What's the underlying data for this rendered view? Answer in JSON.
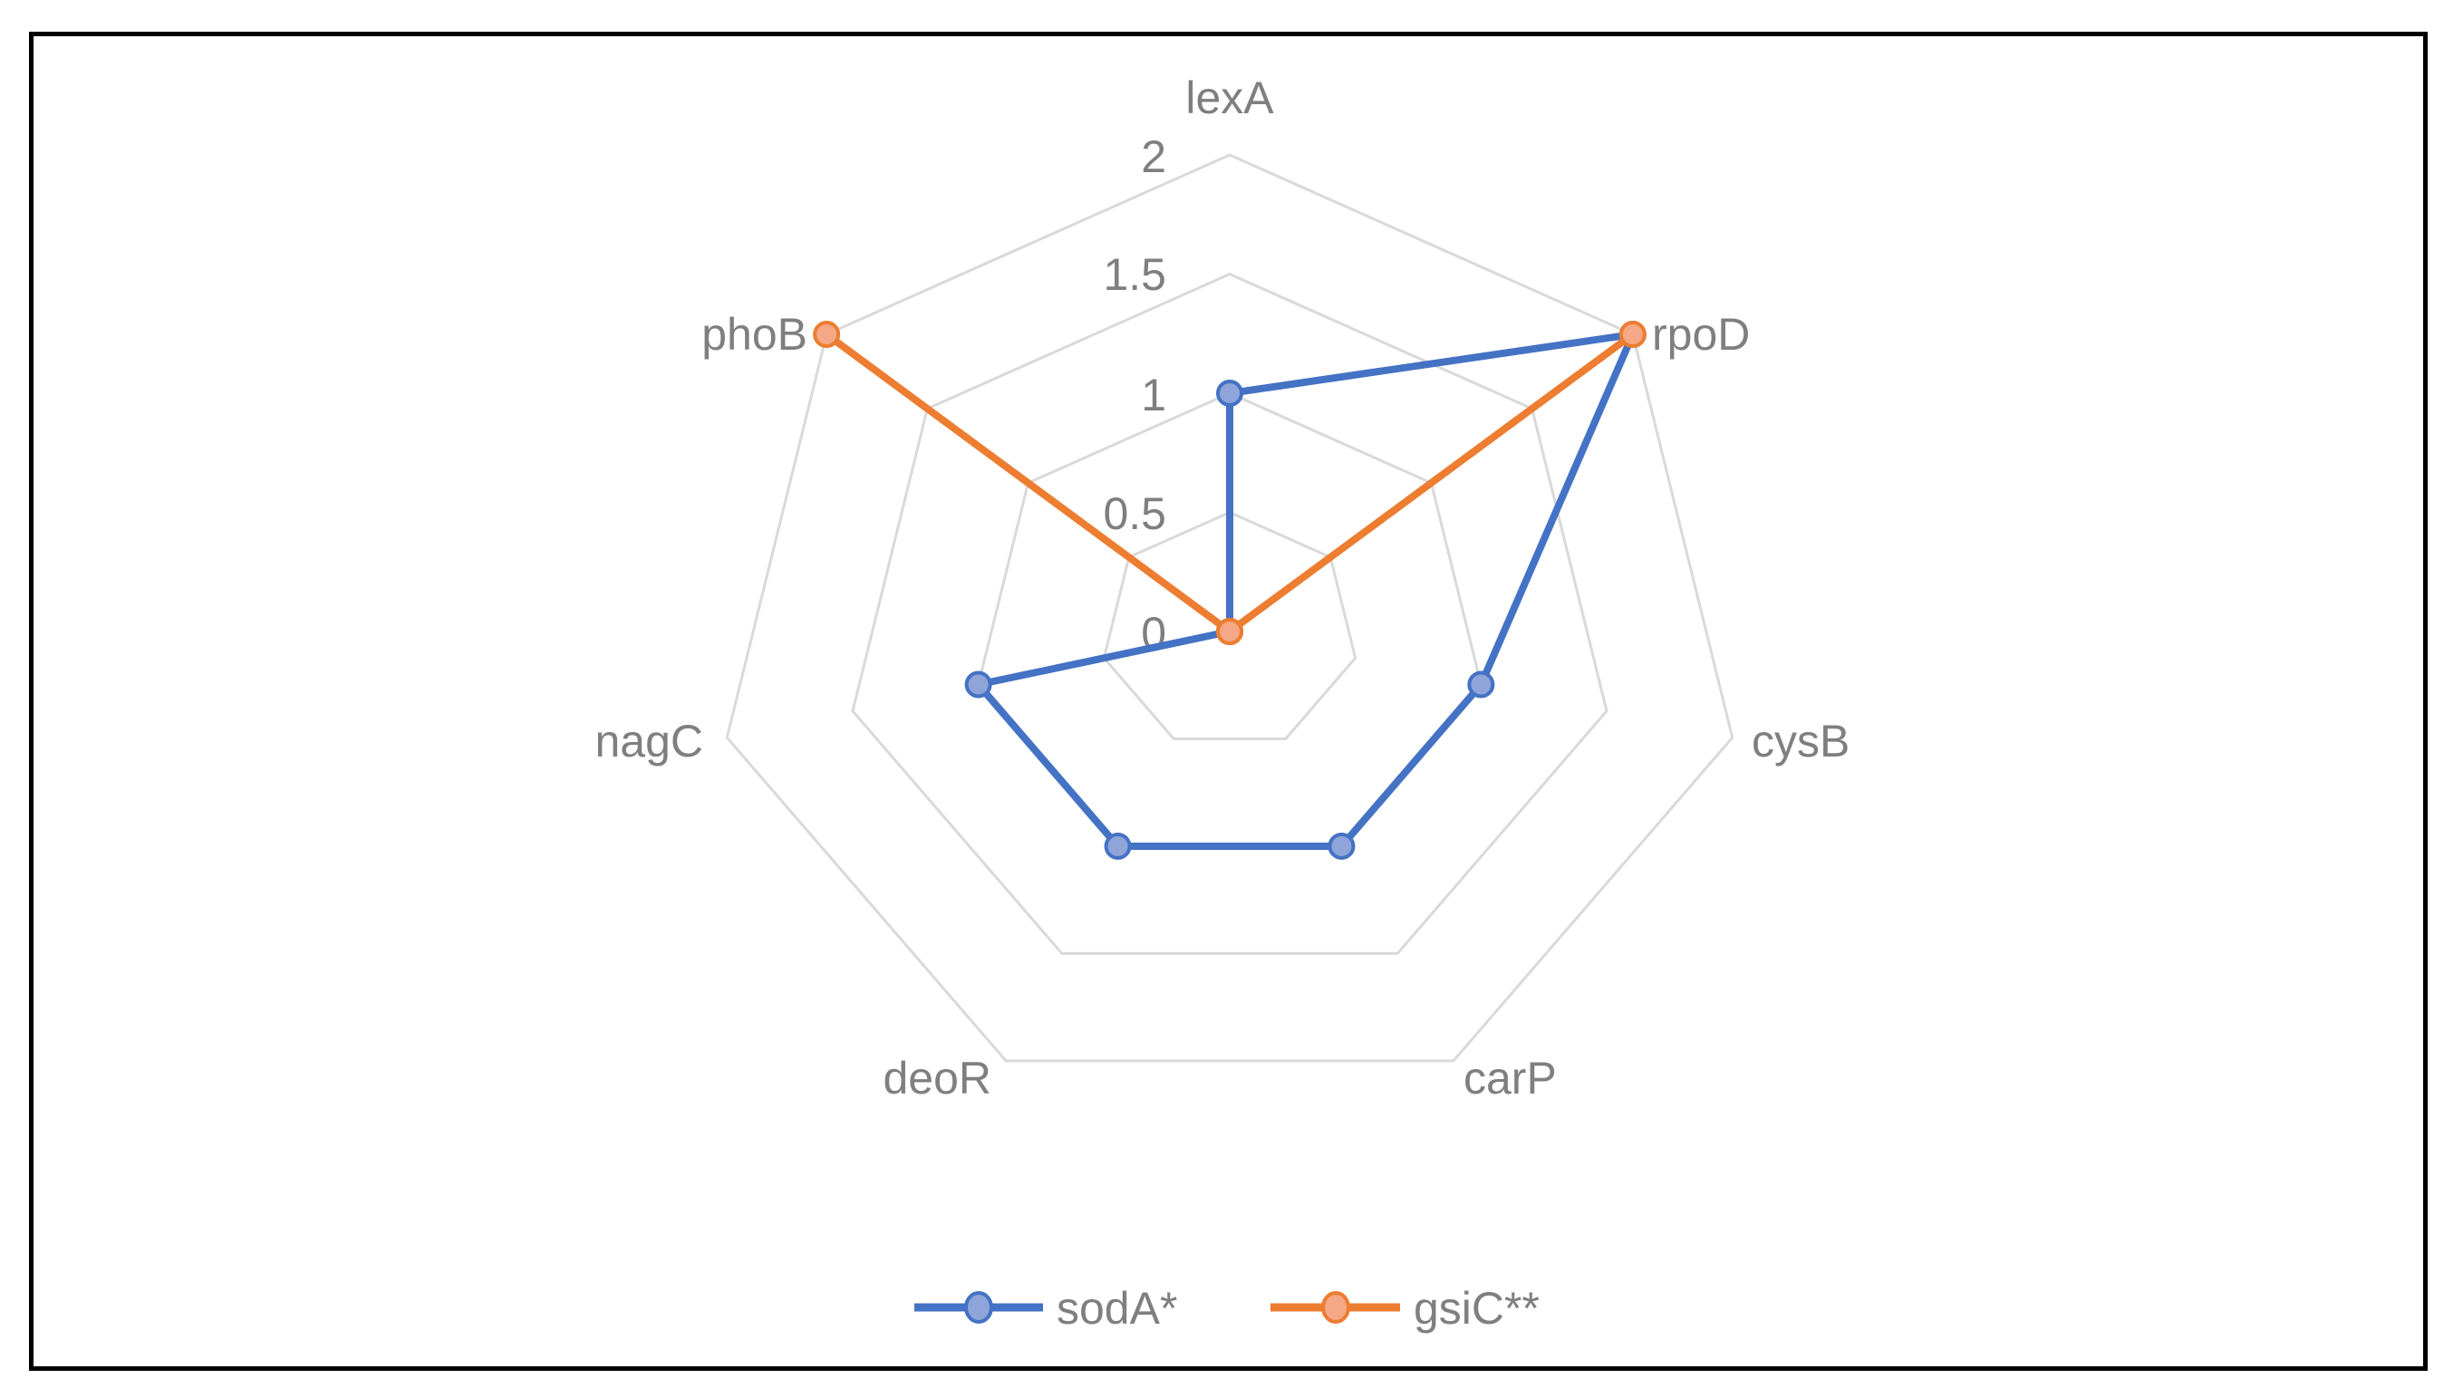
{
  "chart_data": {
    "type": "radar",
    "title": "",
    "categories": [
      "lexA",
      "rpoD",
      "cysB",
      "carP",
      "deoR",
      "nagC",
      "phoB"
    ],
    "series": [
      {
        "name": "sodA*",
        "values": [
          1,
          2,
          1,
          1,
          1,
          1,
          0
        ],
        "color": "#4472c4",
        "marker_fill": "#8fa4d8"
      },
      {
        "name": "gsiC**",
        "values": [
          0,
          2,
          0,
          0,
          0,
          0,
          2
        ],
        "color": "#ed7d31",
        "marker_fill": "#f4a886"
      }
    ],
    "radial_axis": {
      "min": 0,
      "max": 2,
      "ticks": [
        "0",
        "0.5",
        "1",
        "1.5",
        "2"
      ],
      "tick_values": [
        0,
        0.5,
        1,
        1.5,
        2
      ]
    },
    "grid": true,
    "grid_color": "#d9d9d9",
    "legend_position": "bottom"
  },
  "legend": {
    "items": [
      {
        "label": "sodA*",
        "color": "#4472c4"
      },
      {
        "label": "gsiC**",
        "color": "#ed7d31"
      }
    ]
  }
}
